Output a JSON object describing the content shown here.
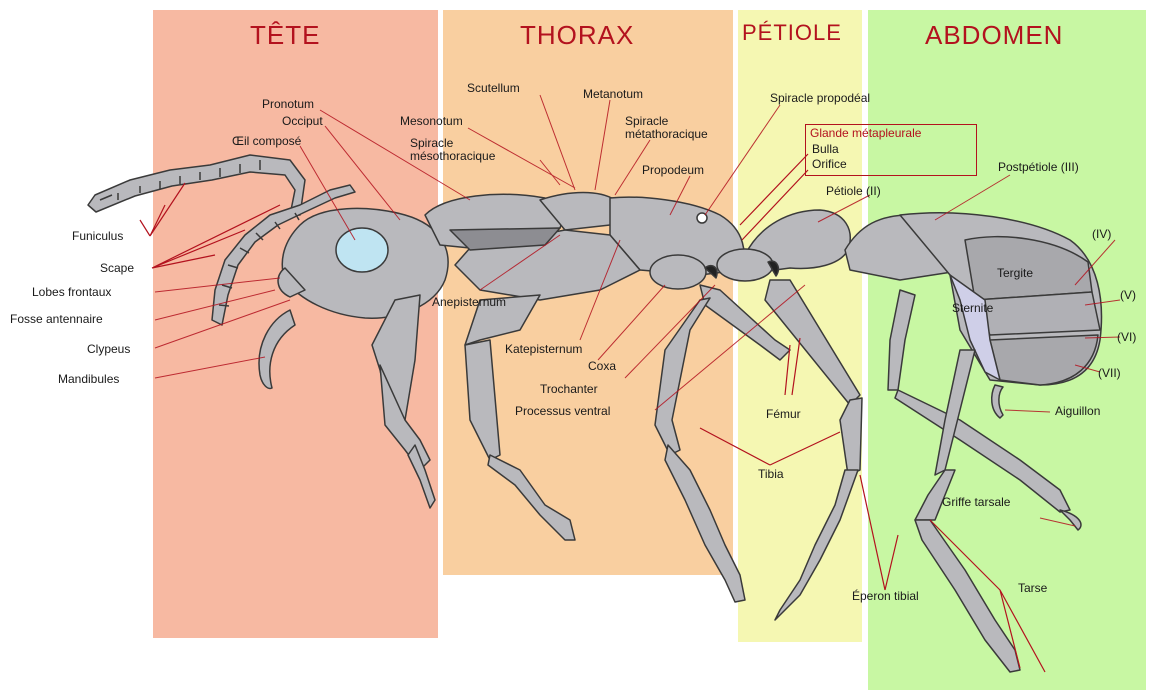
{
  "regions": {
    "tete": "TÊTE",
    "thorax": "THORAX",
    "petiole": "PÉTIOLE",
    "abdomen": "ABDOMEN"
  },
  "labels": {
    "funiculus": "Funiculus",
    "scape": "Scape",
    "lobes_frontaux": "Lobes frontaux",
    "fosse_antennaire": "Fosse antennaire",
    "clypeus": "Clypeus",
    "mandibules": "Mandibules",
    "pronotum": "Pronotum",
    "occiput": "Occiput",
    "oeil_compose": "Œil composé",
    "mesonotum": "Mesonotum",
    "scutellum": "Scutellum",
    "metanotum": "Metanotum",
    "spiracle_meso": "Spiracle mésothoracique",
    "spiracle_meta": "Spiracle métathoracique",
    "propodeum": "Propodeum",
    "spiracle_propodeal": "Spiracle propodéal",
    "glande_metapleurale": "Glande métapleurale",
    "bulla": "Bulla",
    "orifice": "Orifice",
    "petiole_ii": "Pétiole (II)",
    "postpetiole_iii": "Postpétiole (III)",
    "anepisternum": "Anepisternum",
    "katepisternum": "Katepisternum",
    "coxa": "Coxa",
    "trochanter": "Trochanter",
    "processus_ventral": "Processus ventral",
    "femur": "Fémur",
    "tibia": "Tibia",
    "eperon_tibial": "Éperon tibial",
    "tarse": "Tarse",
    "griffe_tarsale": "Griffe tarsale",
    "aiguillon": "Aiguillon",
    "tergite": "Tergite",
    "sternite": "Sternite",
    "seg_iv": "(IV)",
    "seg_v": "(V)",
    "seg_vi": "(VI)",
    "seg_vii": "(VII)"
  },
  "colors": {
    "tete": "#f7b9a2",
    "thorax": "#f9cfa0",
    "petiole": "#f5f7b2",
    "abdomen": "#c8f7a3",
    "title_red": "#b3121e",
    "body_gray": "#b9b9bd",
    "outline": "#3a3a3a",
    "eye": "#bfe4f2",
    "pointer": "#b3121e"
  }
}
